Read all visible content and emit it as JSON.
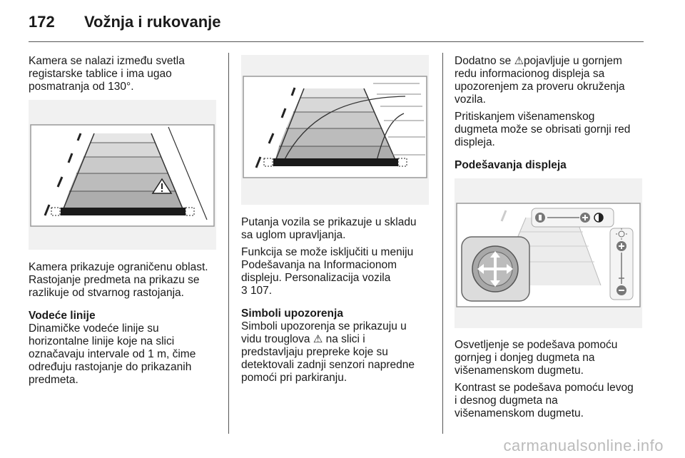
{
  "header": {
    "page_number": "172",
    "title": "Vožnja i rukovanje"
  },
  "col1": {
    "intro": [
      "Kamera se nalazi između svetla",
      "registarske tablice i ima ugao",
      "posmatranja od 130°."
    ],
    "para2": [
      "Kamera prikazuje ograničenu oblast.",
      "Rastojanje predmeta na prikazu se",
      "razlikuje od stvarnog rastojanja."
    ],
    "heading": "Vodeće linije",
    "para3": [
      "Dinamičke vodeće linije su",
      "horizontalne linije koje na slici",
      "označavaju intervale od 1 m, čime",
      "određuju rastojanje do prikazanih",
      "predmeta."
    ]
  },
  "col2": {
    "para1": [
      "Putanja vozila se prikazuje u skladu",
      "sa uglom upravljanja."
    ],
    "para2": [
      "Funkcija se može isključiti u meniju",
      "Podešavanja na Informacionom",
      "displeju. Personalizacija vozila"
    ],
    "ref_arrow": "3",
    "ref_page": "107.",
    "heading": "Simboli upozorenja",
    "para3_l1": "Simboli upozorenja se prikazuju u",
    "para3_l2a": "vidu trouglova",
    "para3_l2b": "na slici i",
    "para3_rest": [
      "predstavljaju prepreke koje su",
      "detektovali zadnji senzori napredne",
      "pomoći pri parkiranju."
    ]
  },
  "col3": {
    "p1_l1a": "Dodatno se",
    "p1_l1b": "pojavljuje u gornjem",
    "p1_rest": [
      "redu informacionog displeja sa",
      "upozorenjem za proveru okruženja",
      "vozila."
    ],
    "para2": [
      "Pritiskanjem višenamenskog",
      "dugmeta može se obrisati gornji red",
      "displeja."
    ],
    "heading": "Podešavanja displeja",
    "para3": [
      "Osvetljenje se podešava pomoću",
      "gornjeg i donjeg dugmeta na",
      "višenamenskom dugmetu."
    ],
    "para4": [
      "Kontrast se podešava pomoću levog",
      "i desnog dugmeta na",
      "višenamenskom dugmetu."
    ]
  },
  "icons": {
    "warning": "warning-triangle-icon",
    "arrow": "reference-arrow-icon"
  },
  "footer": {
    "watermark": "carmanualsonline.info"
  }
}
